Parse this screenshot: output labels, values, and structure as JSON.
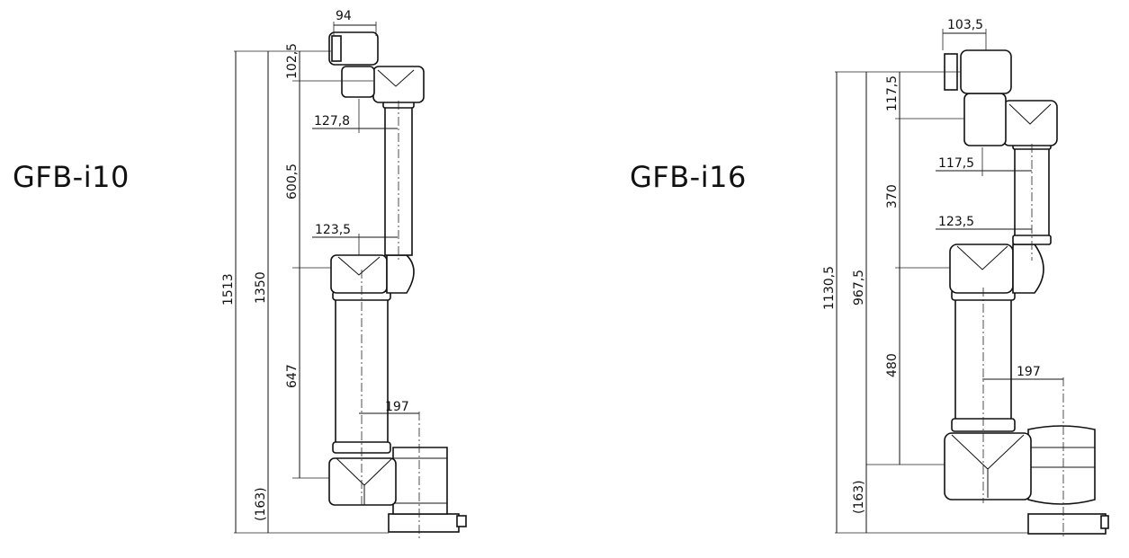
{
  "models": [
    {
      "name": "GFB-i10",
      "dimensions": {
        "top_offset": "94",
        "wrist2_height": "102,5",
        "wrist1_offset": "127,8",
        "upper_arm_length": "600,5",
        "elbow_offset": "123,5",
        "lower_arm_length": "647",
        "base_offset": "197",
        "base_height": "(163)",
        "reach_height": "1350",
        "total_height": "1513"
      }
    },
    {
      "name": "GFB-i16",
      "dimensions": {
        "top_offset": "103,5",
        "wrist2_height": "117,5",
        "wrist1_offset": "117,5",
        "upper_arm_length": "370",
        "elbow_offset": "123,5",
        "lower_arm_length": "480",
        "base_offset": "197",
        "base_height": "(163)",
        "reach_height": "967,5",
        "total_height": "1130,5"
      }
    }
  ]
}
